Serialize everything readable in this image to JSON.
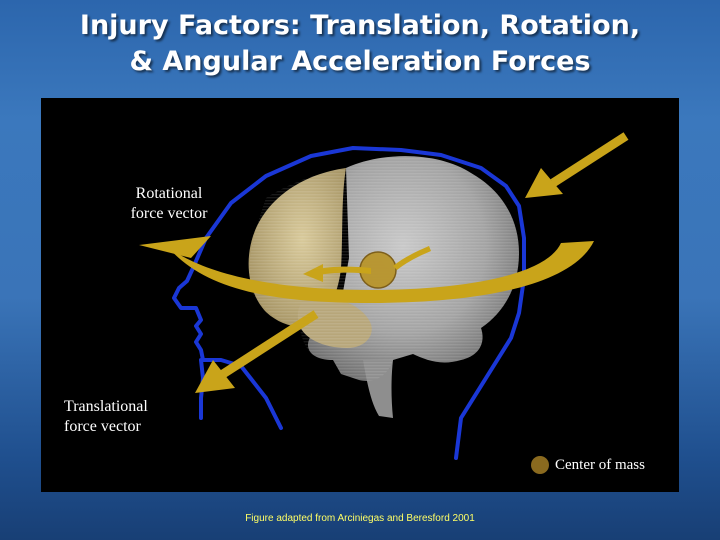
{
  "slide": {
    "title_line1": "Injury Factors: Translation, Rotation,",
    "title_line2": "& Angular Acceleration Forces",
    "caption": "Figure adapted from Arciniegas and Beresford 2001"
  },
  "figure": {
    "rotational_label_line1": "Rotational",
    "rotational_label_line2": "force vector",
    "translational_label_line1": "Translational",
    "translational_label_line2": "force vector",
    "legend_text": "Center of mass"
  },
  "colors": {
    "arrow": "#c9a41a",
    "head_outline": "#1a37d6",
    "frontal_lobe": "#c9b98a",
    "brain_gray": "#a6a6a6",
    "center_of_mass": "#8a6a1f"
  }
}
